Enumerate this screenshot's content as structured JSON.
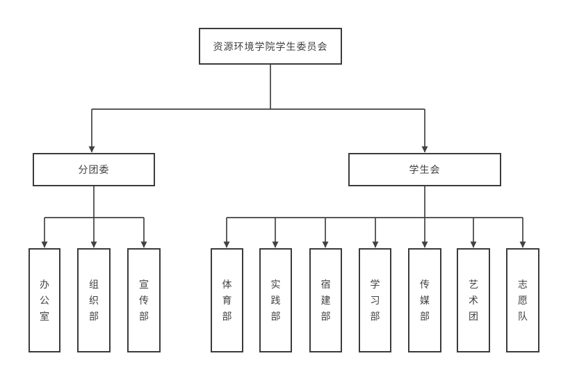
{
  "colors": {
    "line": "#414141",
    "box_border": "#3a3a3a",
    "box_fill": "#ffffff",
    "text": "#404040",
    "background": "#ffffff"
  },
  "nodes": {
    "root": {
      "label": "资源环境学院学生委员会"
    },
    "branch_left": {
      "label": "分团委"
    },
    "branch_right": {
      "label": "学生会"
    },
    "left_children": [
      {
        "label": "办公室"
      },
      {
        "label": "组织部"
      },
      {
        "label": "宣传部"
      }
    ],
    "right_children": [
      {
        "label": "体育部"
      },
      {
        "label": "实践部"
      },
      {
        "label": "宿建部"
      },
      {
        "label": "学习部"
      },
      {
        "label": "传媒部"
      },
      {
        "label": "艺术团"
      },
      {
        "label": "志愿队"
      }
    ]
  }
}
